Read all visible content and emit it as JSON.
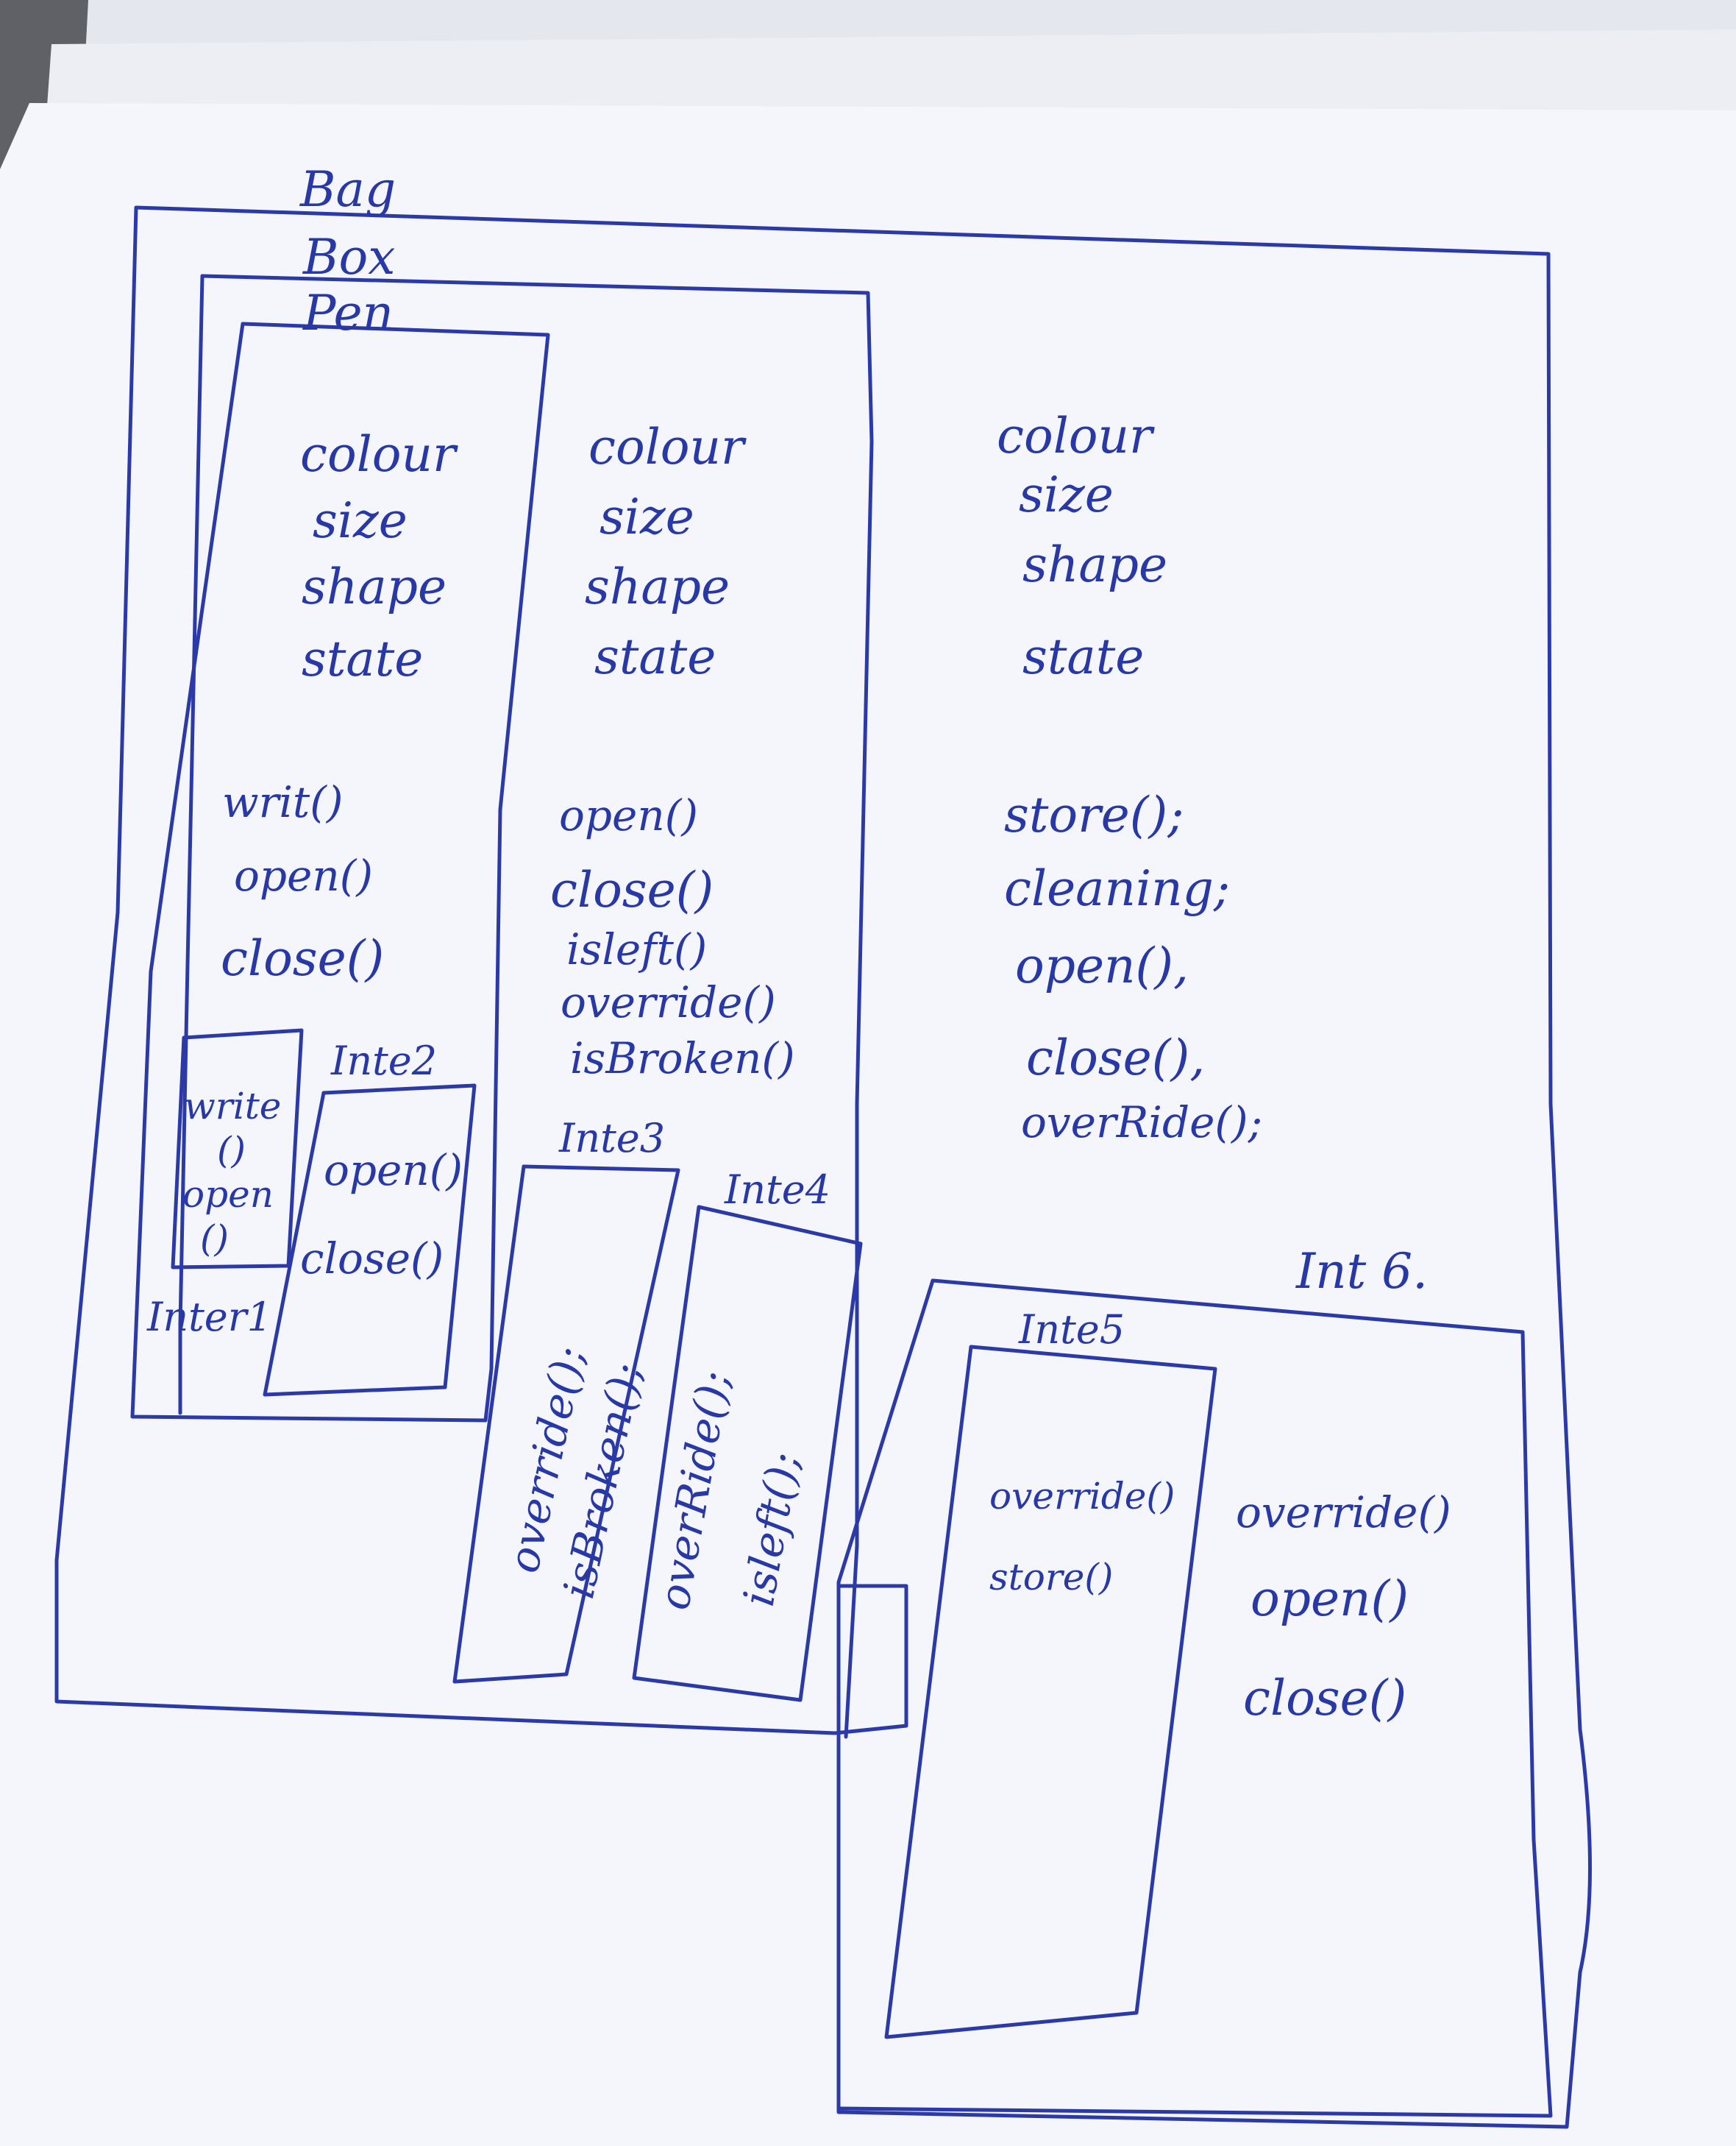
{
  "colors": {
    "ink": "#2b3aa8",
    "paper": "#f4f6fb",
    "background": "#5f6166"
  },
  "labels": {
    "bag": "Bag",
    "box": "Box",
    "pen": "Pen",
    "inte1": "Inter1",
    "inte2": "Inte2",
    "inte3": "Inte3",
    "inte4": "Inte4",
    "inte5": "Inte5",
    "inte6": "Int 6."
  },
  "pen": {
    "fields": [
      "colour",
      "size",
      "shape",
      "state"
    ],
    "methods": [
      "writ()",
      "open()",
      "close()"
    ]
  },
  "box": {
    "fields": [
      "colour",
      "size",
      "shape",
      "state"
    ],
    "methods": [
      "open()",
      "close()",
      "isleft()",
      "override()",
      "isBroken()"
    ]
  },
  "bag": {
    "fields": [
      "colour",
      "size",
      "shape",
      "state"
    ],
    "methods": [
      "store();",
      "cleaning;",
      "open(),",
      "close(),",
      "overRide();"
    ]
  },
  "inte1": {
    "methods": [
      "write",
      "()",
      "open",
      "()"
    ]
  },
  "inte2": {
    "methods": [
      "open()",
      "close()"
    ]
  },
  "inte3": {
    "methods": [
      "override();",
      "isBroken();"
    ]
  },
  "inte4": {
    "methods": [
      "overRide();",
      "isleft();"
    ]
  },
  "inte5": {
    "methods": [
      "override()",
      "store()"
    ]
  },
  "inte6": {
    "methods": [
      "override()",
      "open()",
      "close()"
    ]
  }
}
